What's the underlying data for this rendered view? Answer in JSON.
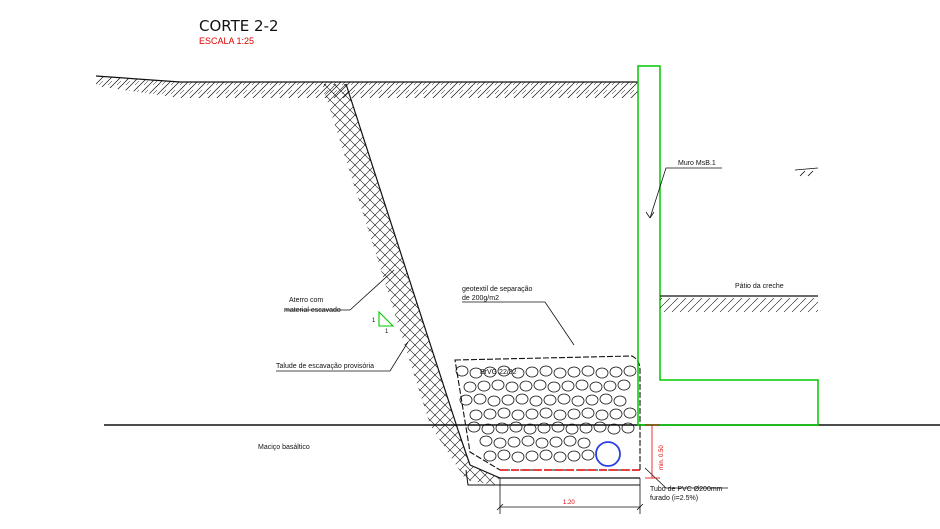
{
  "title": "CORTE 2-2",
  "scale": "ESCALA 1:25",
  "labels": {
    "wall": "Muro  MsB.1",
    "patio": "Pátio da creche",
    "geotextile_line1": "geotextil de separação",
    "geotextile_line2": "de 200g/m2",
    "backfill_line1": "Aterro com",
    "backfill_line2": "material escavado",
    "slope": "Talude de escavação provisória",
    "gravel": "BrVG 22/32",
    "rock": "Maciço basáltico",
    "pipe_line1": "Tubo de PVC Ø200mm",
    "pipe_line2": "furado (i=2.5%)",
    "dim_height": "min. 0.50",
    "dim_width": "1.20",
    "slope_ratio_v": "1",
    "slope_ratio_h": "1"
  },
  "colors": {
    "line": "#111111",
    "wall": "#00c800",
    "scale_text": "#e00000",
    "pipe": "#2a3fe0",
    "drain_base": "#e00000"
  }
}
